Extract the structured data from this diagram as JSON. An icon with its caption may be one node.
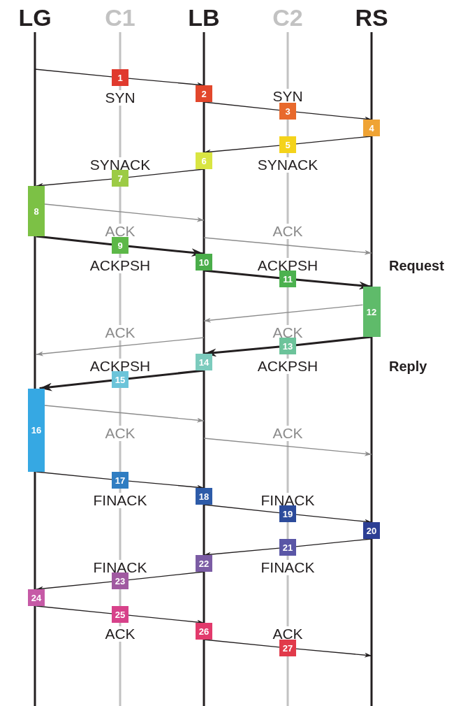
{
  "diagram": {
    "nodes": [
      {
        "text": [
          "LG"
        ]
      },
      {
        "text": [
          "C1"
        ]
      },
      {
        "text": [
          "LB"
        ]
      },
      {
        "text": [
          "C2"
        ]
      },
      {
        "text": [
          "RS"
        ]
      },
      {
        "text": [
          "1"
        ]
      },
      {
        "text": [
          "2"
        ]
      },
      {
        "text": [
          "3"
        ]
      },
      {
        "text": [
          "4"
        ]
      },
      {
        "text": [
          "5"
        ]
      },
      {
        "text": [
          "6"
        ]
      },
      {
        "text": [
          "7"
        ]
      },
      {
        "text": [
          "8"
        ]
      },
      {
        "text": [
          "9"
        ]
      },
      {
        "text": [
          "10"
        ]
      },
      {
        "text": [
          "11"
        ]
      },
      {
        "text": [
          "12"
        ]
      },
      {
        "text": [
          "13"
        ]
      },
      {
        "text": [
          "14"
        ]
      },
      {
        "text": [
          "15"
        ]
      },
      {
        "text": [
          "16"
        ]
      },
      {
        "text": [
          "17"
        ]
      },
      {
        "text": [
          "18"
        ]
      },
      {
        "text": [
          "19"
        ]
      },
      {
        "text": [
          "20"
        ]
      },
      {
        "text": [
          "21"
        ]
      },
      {
        "text": [
          "22"
        ]
      },
      {
        "text": [
          "23"
        ]
      },
      {
        "text": [
          "24"
        ]
      },
      {
        "text": [
          "25"
        ]
      },
      {
        "text": [
          "26"
        ]
      },
      {
        "text": [
          "27"
        ]
      }
    ],
    "edges": [
      {
        "from": null,
        "to": 5,
        "arrow": "none",
        "label": "SYN"
      },
      {
        "from": 5,
        "to": 6,
        "arrow": "to"
      },
      {
        "from": 6,
        "to": 7,
        "arrow": "none",
        "label": "SYN"
      },
      {
        "from": 7,
        "to": 8,
        "arrow": "to"
      },
      {
        "from": 8,
        "to": 9,
        "arrow": "none",
        "label": "SYNACK"
      },
      {
        "from": 9,
        "to": 10,
        "arrow": "to"
      },
      {
        "from": 10,
        "to": 11,
        "arrow": "none",
        "label": "SYNACK"
      },
      {
        "from": 11,
        "to": 12,
        "arrow": "to"
      },
      {
        "from": 12,
        "to": null,
        "arrow": "to",
        "label": "ACK",
        "color": "#8c8c8c"
      },
      {
        "from": 12,
        "to": 13,
        "arrow": "none",
        "label": "ACKPSH",
        "style": "thick"
      },
      {
        "from": 13,
        "to": 14,
        "arrow": "to",
        "style": "thick"
      },
      {
        "from": 14,
        "to": 15,
        "arrow": "none",
        "label": "ACKPSH",
        "style": "thick"
      },
      {
        "from": 15,
        "to": 16,
        "arrow": "to",
        "style": "thick"
      },
      {
        "from": 16,
        "to": null,
        "arrow": "to",
        "label": "ACK",
        "color": "#8c8c8c"
      },
      {
        "from": 16,
        "to": 17,
        "arrow": "none",
        "label": "ACKPSH",
        "style": "thick"
      },
      {
        "from": 17,
        "to": 18,
        "arrow": "to",
        "style": "thick"
      },
      {
        "from": 18,
        "to": 19,
        "arrow": "none",
        "label": "ACKPSH",
        "style": "thick"
      },
      {
        "from": 19,
        "to": 20,
        "arrow": "to",
        "style": "thick"
      },
      {
        "from": 20,
        "to": null,
        "arrow": "to",
        "label": "ACK",
        "color": "#8c8c8c"
      },
      {
        "from": 20,
        "to": 21,
        "arrow": "none",
        "label": "FINACK"
      },
      {
        "from": 21,
        "to": 22,
        "arrow": "to"
      },
      {
        "from": 22,
        "to": 23,
        "arrow": "none",
        "label": "FINACK"
      },
      {
        "from": 23,
        "to": 24,
        "arrow": "to"
      },
      {
        "from": 24,
        "to": 25,
        "arrow": "none",
        "label": "FINACK"
      },
      {
        "from": 25,
        "to": 26,
        "arrow": "to"
      },
      {
        "from": 26,
        "to": 27,
        "arrow": "none",
        "label": "FINACK"
      },
      {
        "from": 27,
        "to": 28,
        "arrow": "to"
      },
      {
        "from": 28,
        "to": 29,
        "arrow": "none",
        "label": "ACK"
      },
      {
        "from": 29,
        "to": 30,
        "arrow": "to"
      },
      {
        "from": 30,
        "to": 31,
        "arrow": "none",
        "label": "ACK"
      },
      {
        "from": 31,
        "to": null,
        "arrow": "to"
      }
    ],
    "labels": [
      "ACK",
      "Request",
      "ACK",
      "Reply",
      "ACK"
    ]
  }
}
